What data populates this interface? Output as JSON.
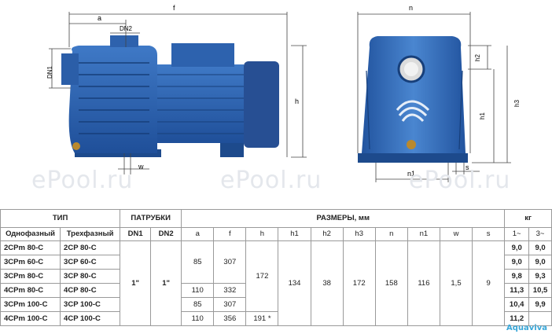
{
  "dims": {
    "a": "a",
    "f": "f",
    "dn2": "DN2",
    "dn1": "DN1",
    "h": "h",
    "w": "w",
    "n": "n",
    "h2": "h2",
    "h3": "h3",
    "h1": "h1",
    "n1": "n1",
    "s": "s"
  },
  "watermark": "ePool.ru",
  "table": {
    "group_headers": {
      "type": "ТИП",
      "ports": "ПАТРУБКИ",
      "dims": "РАЗМЕРЫ, мм",
      "weight": "кг"
    },
    "sub_headers": {
      "single": "Однофазный",
      "three": "Трехфазный",
      "dn1": "DN1",
      "dn2": "DN2",
      "a": "a",
      "f": "f",
      "h": "h",
      "h1": "h1",
      "h2": "h2",
      "h3": "h3",
      "n": "n",
      "n1": "n1",
      "w": "w",
      "s": "s",
      "w1": "1~",
      "w3": "3~"
    },
    "rows": [
      {
        "single": "2CPm 80-C",
        "three": "2CP 80-C",
        "w1": "9,0",
        "w3": "9,0"
      },
      {
        "single": "3CPm 60-C",
        "three": "3CP 60-C",
        "w1": "9,0",
        "w3": "9,0"
      },
      {
        "single": "3CPm 80-C",
        "three": "3CP 80-C",
        "w1": "9,8",
        "w3": "9,3"
      },
      {
        "single": "4CPm 80-C",
        "three": "4CP 80-C",
        "w1": "11,3",
        "w3": "10,5"
      },
      {
        "single": "3CPm 100-C",
        "three": "3CP 100-C",
        "w1": "10,4",
        "w3": "9,9"
      },
      {
        "single": "4CPm 100-C",
        "three": "4CP 100-C",
        "w1": "11,2",
        "w3": ""
      }
    ],
    "merged": {
      "dn1": "1\"",
      "dn2": "1\"",
      "a_85a": "85",
      "f_307a": "307",
      "a_110a": "110",
      "f_332": "332",
      "a_85b": "85",
      "f_307b": "307",
      "a_110b": "110",
      "f_356": "356",
      "h_172": "172",
      "h_191": "191 *",
      "h1": "134",
      "h2": "38",
      "h3": "172",
      "n": "158",
      "n1": "116",
      "w": "1,5",
      "s": "9"
    }
  },
  "logo": "Aquaviva"
}
